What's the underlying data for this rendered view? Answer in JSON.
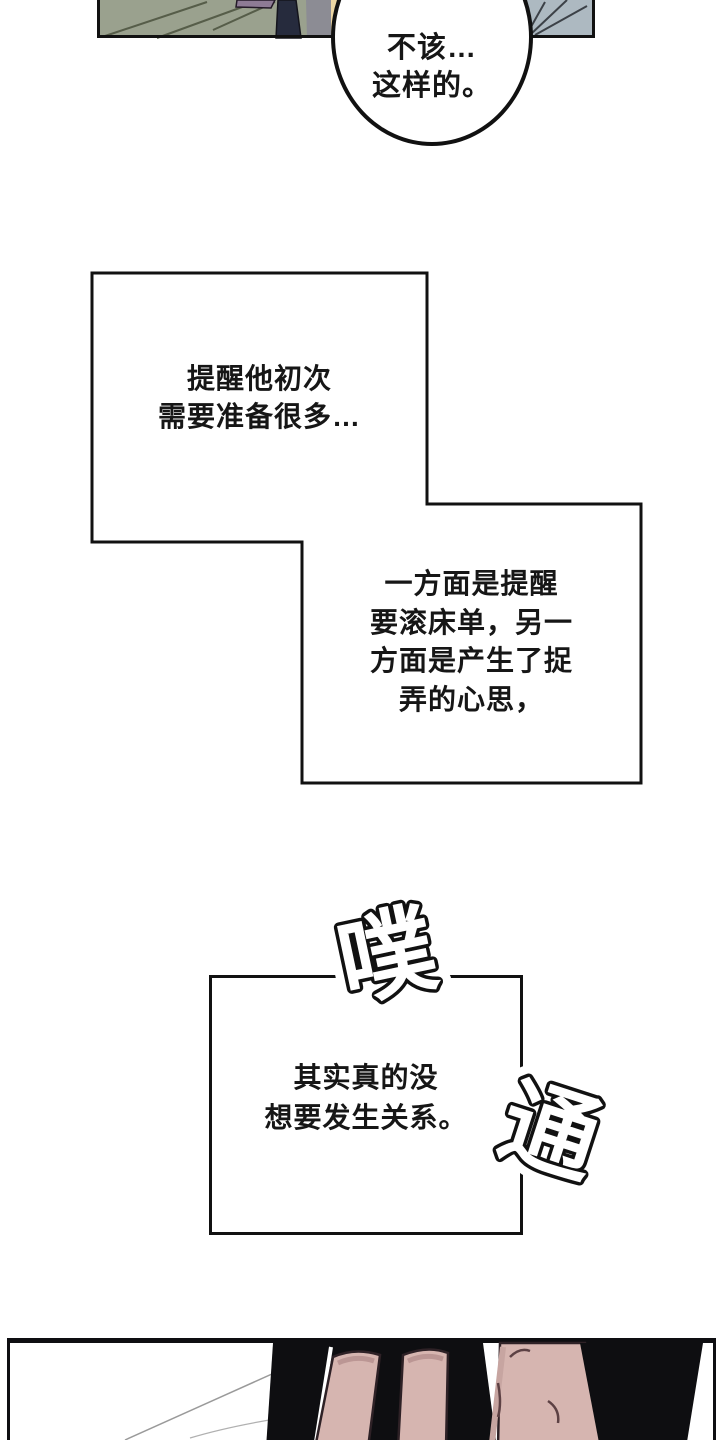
{
  "colors": {
    "ink": "#111111",
    "page_bg": "#ffffff",
    "fabric_left": "#9aa18e",
    "fabric_left_fold": "#565d49",
    "fabric_right": "#adb9c1",
    "fabric_right_fold": "#3c4147",
    "beige": "#ecd6a3",
    "navy": "#262b3d",
    "purple": "#8e7b95",
    "gray_garment": "#8c8c94",
    "skin": "#d6b5b0",
    "skin_shade": "#bb9694",
    "skin_outline": "#2e2126",
    "black_clothing": "#0e0e11",
    "sheet_line": "#9a9a9a"
  },
  "panel1": {
    "bubble_lines": [
      "不该…",
      "这样的。"
    ]
  },
  "panel2": {
    "lines": [
      "提醒他初次",
      "需要准备很多…"
    ]
  },
  "panel3": {
    "lines": [
      "一方面是提醒",
      "要滚床单，另一",
      "方面是产生了捉",
      "弄的心思，"
    ]
  },
  "panel4": {
    "lines": [
      "其实真的没",
      "想要发生关系。"
    ]
  },
  "sfx": {
    "pu": "噗",
    "tong": "通"
  }
}
